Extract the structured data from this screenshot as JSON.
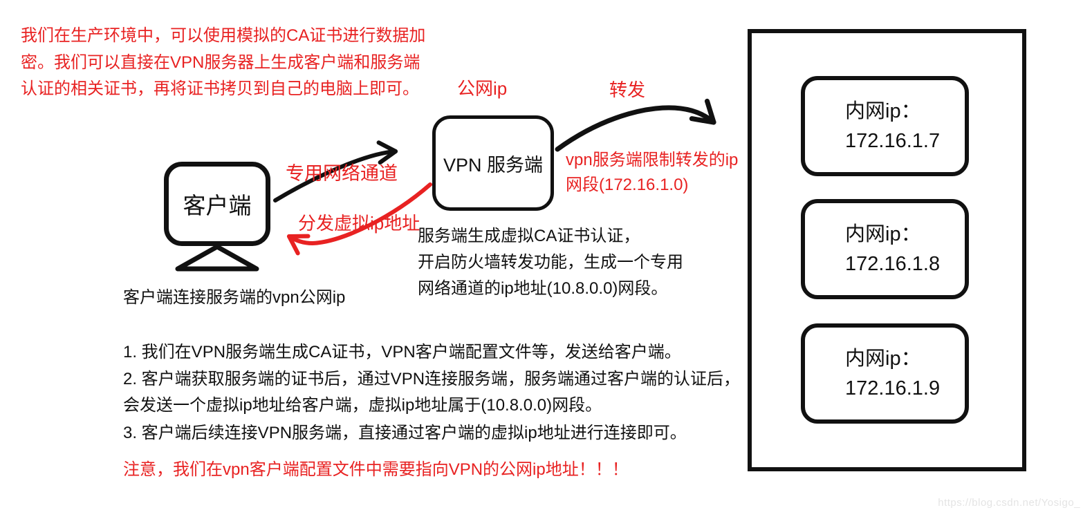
{
  "colors": {
    "accent_red": "#e82222",
    "ink_black": "#111111",
    "watermark_gray": "#e4e4e4"
  },
  "intro": {
    "line1": "我们在生产环境中，可以使用模拟的CA证书进行数据加",
    "line2": "密。我们可以直接在VPN服务器上生成客户端和服务端",
    "line3": "认证的相关证书，再将证书拷贝到自己的电脑上即可。"
  },
  "client": {
    "label": "客户端",
    "caption": "客户端连接服务端的vpn公网ip"
  },
  "vpn": {
    "label": "VPN 服务端",
    "public_ip_label": "公网ip",
    "forward_label": "转发",
    "tunnel_label": "专用网络通道",
    "distribute_label": "分发虚拟ip地址",
    "limit_line1": "vpn服务端限制转发的ip",
    "limit_line2": "网段(172.16.1.0)",
    "desc_line1": "服务端生成虚拟CA证书认证，",
    "desc_line2": "开启防火墙转发功能，生成一个专用",
    "desc_line3": "网络通道的ip地址(10.8.0.0)网段。"
  },
  "steps": {
    "line1": "1. 我们在VPN服务端生成CA证书，VPN客户端配置文件等，发送给客户端。",
    "line2": "2. 客户端获取服务端的证书后，通过VPN连接服务端，服务端通过客户端的认证后，",
    "line3": "会发送一个虚拟ip地址给客户端，虚拟ip地址属于(10.8.0.0)网段。",
    "line4": "3. 客户端后续连接VPN服务端，直接通过客户端的虚拟ip地址进行连接即可。",
    "note": "注意，我们在vpn客户端配置文件中需要指向VPN的公网ip地址！！！"
  },
  "lan": {
    "hosts": [
      {
        "label": "内网ip：",
        "ip": "172.16.1.7"
      },
      {
        "label": "内网ip：",
        "ip": "172.16.1.8"
      },
      {
        "label": "内网ip：",
        "ip": "172.16.1.9"
      }
    ]
  },
  "watermark": "https://blog.csdn.net/Yosigo_"
}
